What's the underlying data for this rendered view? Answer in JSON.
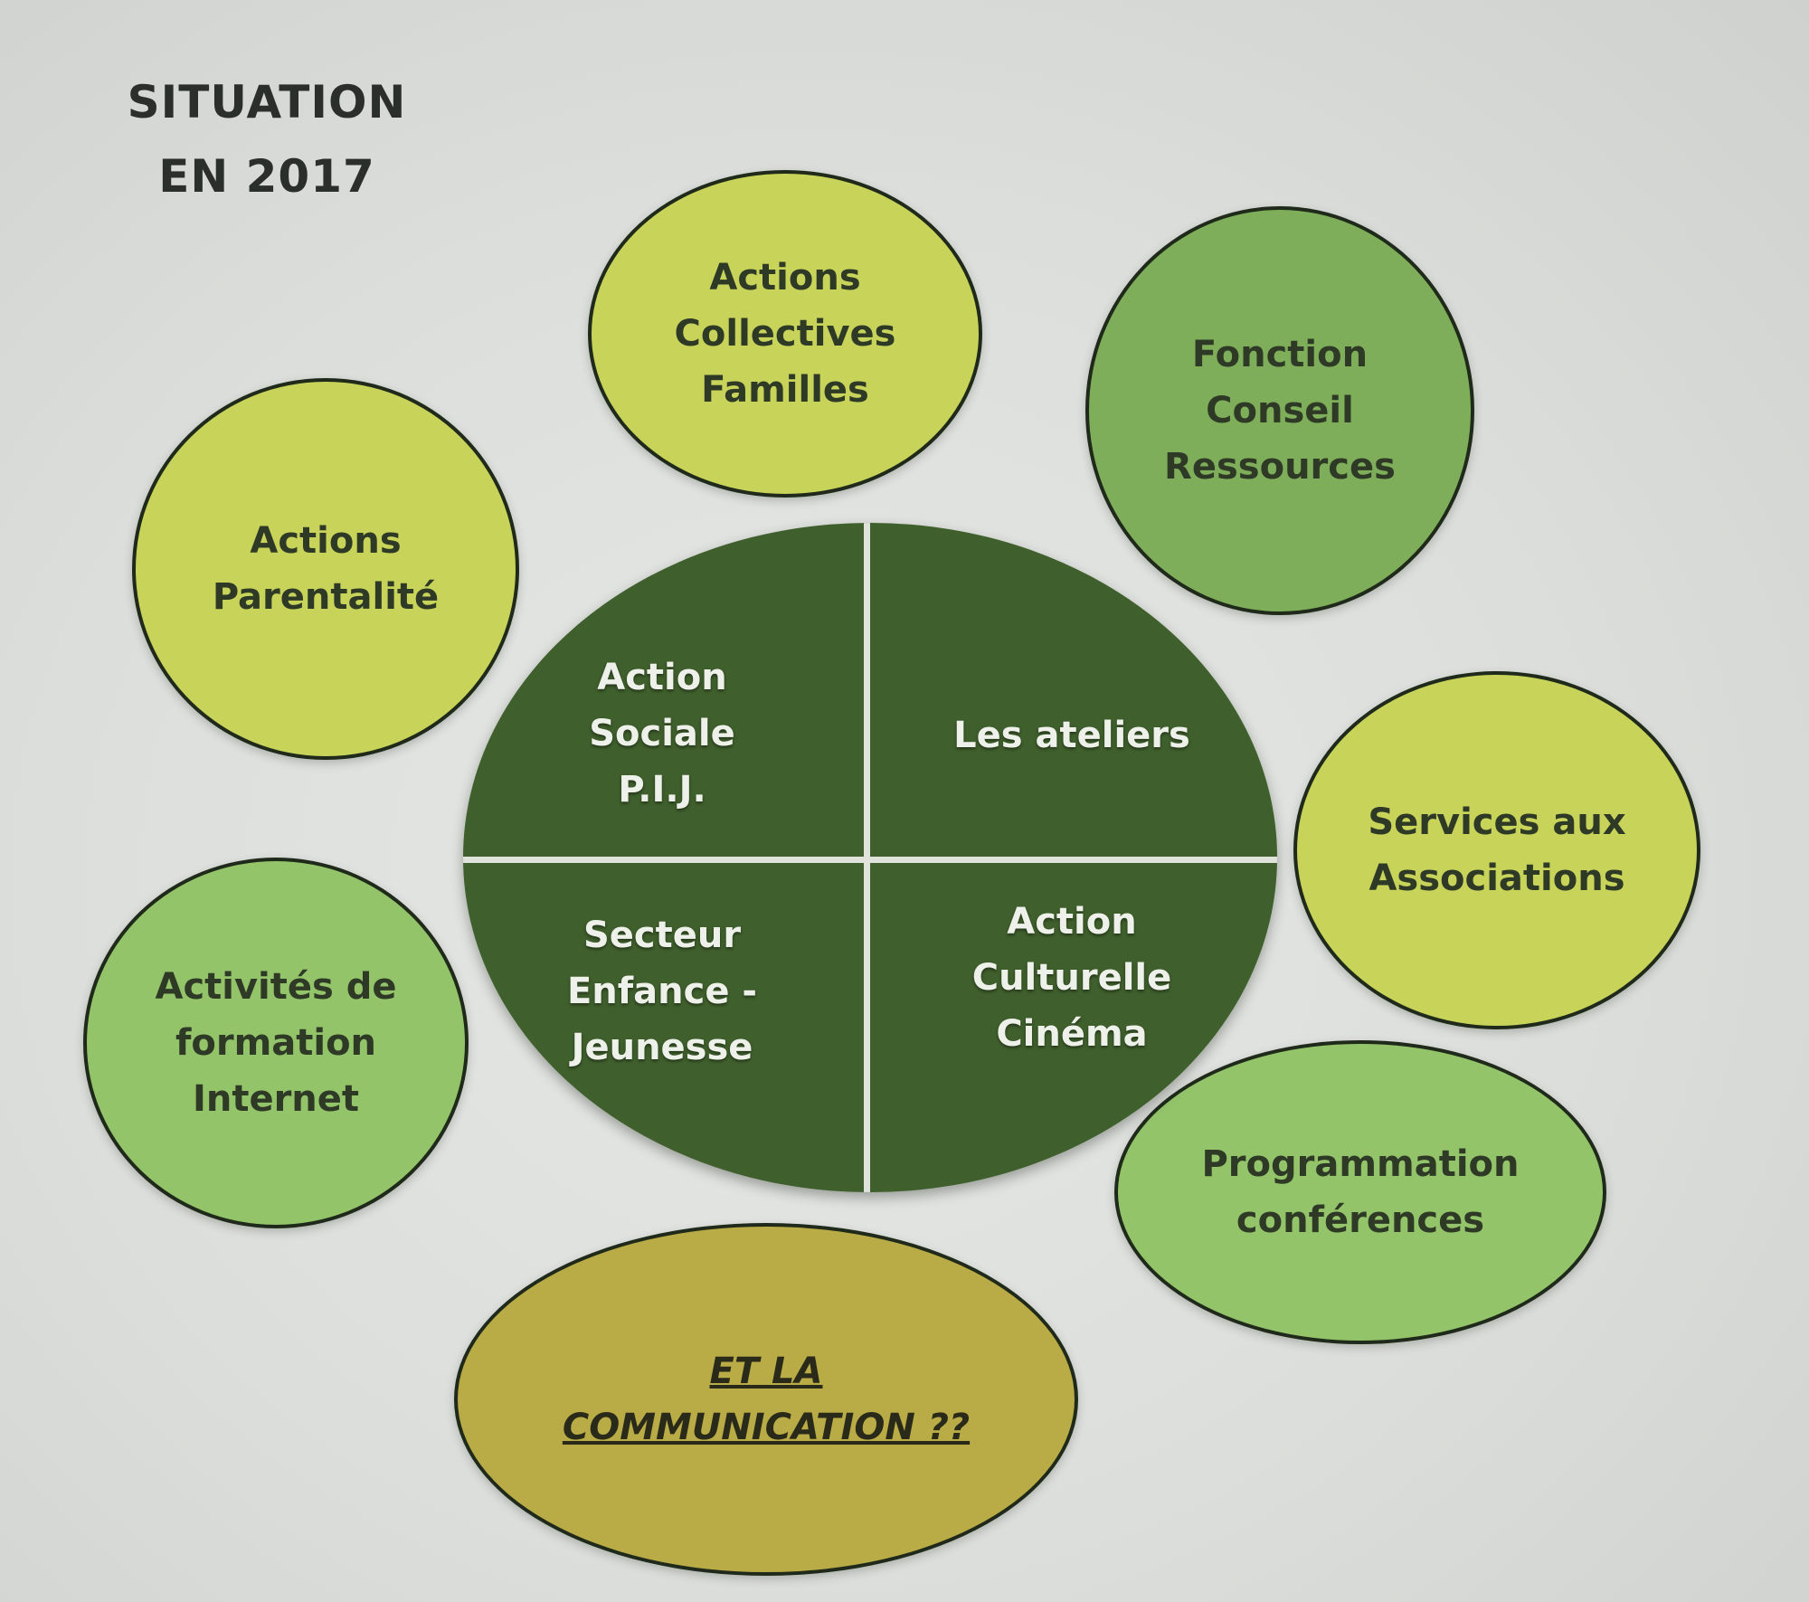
{
  "title": {
    "line1": "SITUATION",
    "line2": "EN 2017"
  },
  "center": {
    "top_left": "Action\nSociale\nP.I.J.",
    "top_right": "Les ateliers",
    "bottom_left": "Secteur\nEnfance -\nJeunesse",
    "bottom_right": "Action\nCulturelle\nCinéma"
  },
  "bubbles": {
    "actions_collectives": "Actions\nCollectives\nFamilles",
    "fonction_conseil": "Fonction\nConseil\nRessources",
    "actions_parentalite": "Actions\nParentalité",
    "services_associations": "Services aux\nAssociations",
    "activites_formation": "Activités de\nformation\nInternet",
    "programmation": "Programmation\nconférences",
    "communication": "ET  LA\nCOMMUNICATION ??"
  },
  "colors": {
    "lime": "#c8d35a",
    "green_medium": "#7fae5a",
    "green_light": "#93c46a",
    "gold": "#b9ab45",
    "center_dark": "#3f5f2c"
  }
}
